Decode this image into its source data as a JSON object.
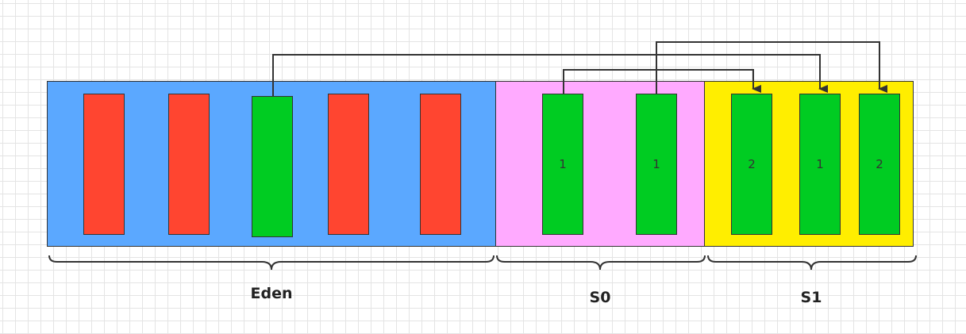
{
  "regions": {
    "eden": {
      "label": "Eden",
      "color": "#5ba8ff"
    },
    "s0": {
      "label": "S0",
      "color": "#ffaaff"
    },
    "s1": {
      "label": "S1",
      "color": "#ffee00"
    }
  },
  "objects": {
    "eden": [
      {
        "status": "dead",
        "color": "#ff4530"
      },
      {
        "status": "dead",
        "color": "#ff4530"
      },
      {
        "status": "live",
        "color": "#00cc22"
      },
      {
        "status": "dead",
        "color": "#ff4530"
      },
      {
        "status": "dead",
        "color": "#ff4530"
      }
    ],
    "s0": [
      {
        "status": "live",
        "age": "1"
      },
      {
        "status": "live",
        "age": "1"
      }
    ],
    "s1": [
      {
        "status": "live",
        "age": "2"
      },
      {
        "status": "live",
        "age": "1"
      },
      {
        "status": "live",
        "age": "2"
      }
    ]
  },
  "arrows": [
    {
      "from": "eden-object-3",
      "to": "s1-object-2"
    },
    {
      "from": "s0-object-1",
      "to": "s1-object-1"
    },
    {
      "from": "s0-object-2",
      "to": "s1-object-3"
    }
  ]
}
